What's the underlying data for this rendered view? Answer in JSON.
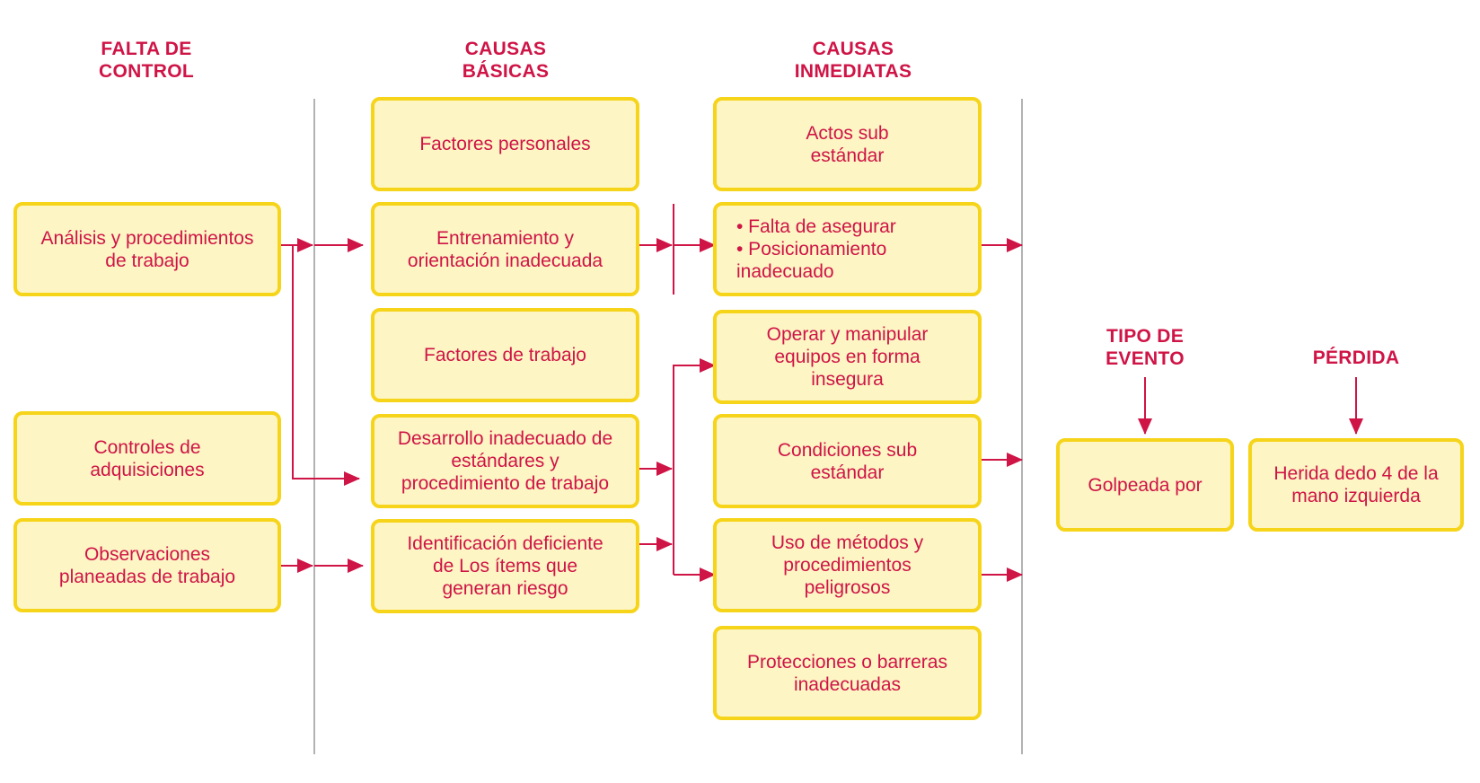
{
  "colors": {
    "accent": "#cf1446",
    "box_fill": "#fdf5c4",
    "box_border": "#f6d41a",
    "divider": "#999999"
  },
  "headers": {
    "falta_control": "FALTA DE\nCONTROL",
    "causas_basicas": "CAUSAS\nBÁSICAS",
    "causas_inmediatas": "CAUSAS\nINMEDIATAS",
    "tipo_evento": "TIPO DE\nEVENTO",
    "perdida": "PÉRDIDA"
  },
  "falta_control": [
    "Análisis y procedimientos\nde trabajo",
    "Controles de\nadquisiciones",
    "Observaciones\nplaneadas de trabajo"
  ],
  "causas_basicas": [
    "Factores personales",
    "Entrenamiento y\norientación inadecuada",
    "Factores de trabajo",
    "Desarrollo inadecuado de\nestándares y\nprocedimiento de trabajo",
    "Identificación deficiente\nde Los ítems que\ngeneran riesgo"
  ],
  "causas_inmediatas": [
    "Actos sub\nestándar",
    "• Falta de asegurar\n• Posicionamiento\ninadecuado",
    "Operar y manipular\nequipos en forma\ninsegura",
    "Condiciones sub\nestándar",
    "Uso de métodos y\nprocedimientos\npeligrosos",
    "Protecciones o barreras\ninadecuadas"
  ],
  "tipo_evento": "Golpeada por",
  "perdida": "Herida dedo 4 de la\nmano izquierda"
}
